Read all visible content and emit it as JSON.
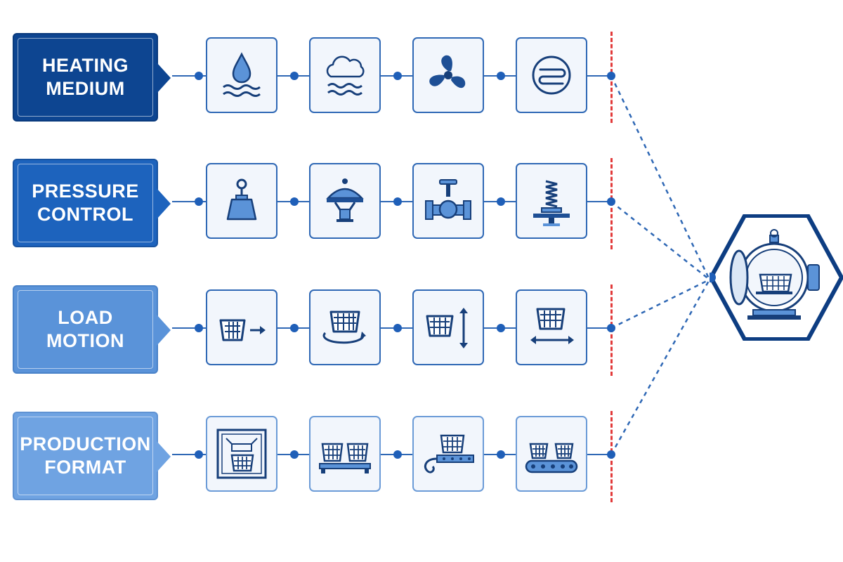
{
  "categories": [
    {
      "id": "heating-medium",
      "lines": [
        "HEATING",
        "MEDIUM"
      ]
    },
    {
      "id": "pressure-control",
      "lines": [
        "PRESSURE",
        "CONTROL"
      ]
    },
    {
      "id": "load-motion",
      "lines": [
        "LOAD",
        "MOTION"
      ]
    },
    {
      "id": "production-format",
      "lines": [
        "PRODUCTION",
        "FORMAT"
      ]
    }
  ],
  "rows": [
    {
      "icons": [
        "water-drop-icon",
        "steam-cloud-icon",
        "fan-icon",
        "heating-coil-icon"
      ]
    },
    {
      "icons": [
        "weight-valve-icon",
        "safety-valve-icon",
        "gate-valve-icon",
        "spring-valve-icon"
      ]
    },
    {
      "icons": [
        "basket-arrow-right-icon",
        "basket-rotate-icon",
        "basket-vertical-icon",
        "basket-horizontal-icon"
      ]
    },
    {
      "icons": [
        "framed-basket-icon",
        "twin-basket-icon",
        "basket-conveyor-curve-icon",
        "basket-conveyor-belt-icon"
      ]
    }
  ],
  "hub": {
    "icon": "autoclave-retort-icon"
  },
  "colors": {
    "primary": "#0d4591",
    "accent": "#1f5fb8",
    "separator": "#e23a3a",
    "tile_fill": "#f2f6fc"
  }
}
